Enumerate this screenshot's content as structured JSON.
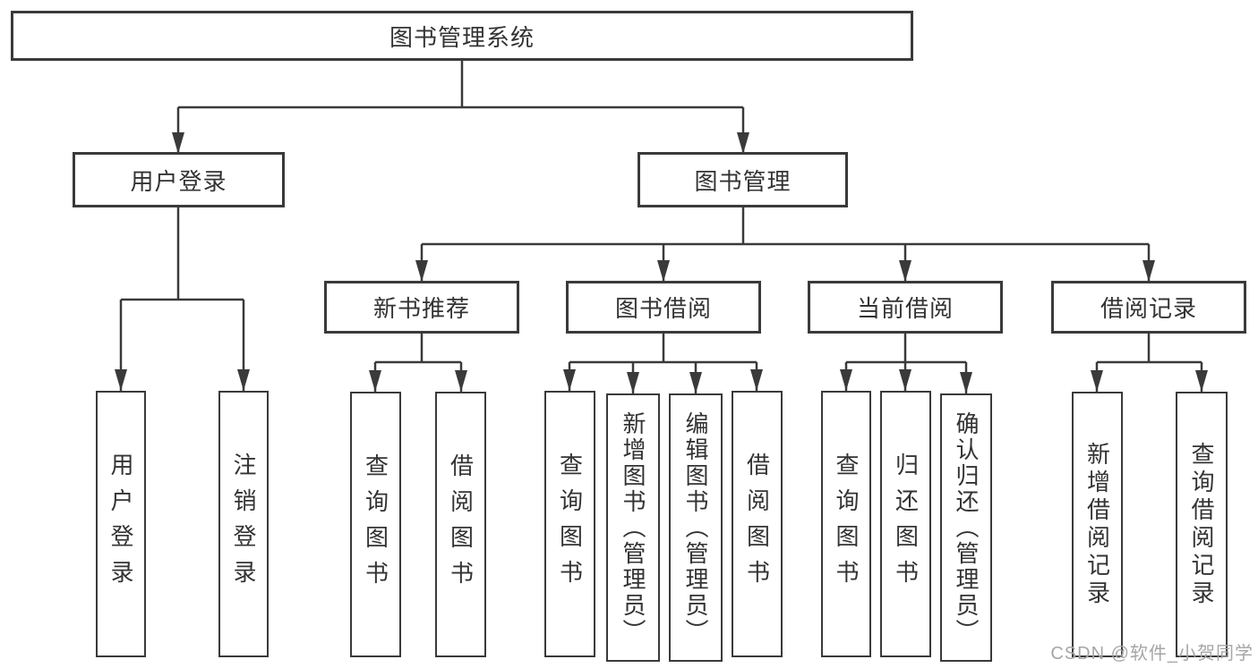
{
  "diagram": {
    "root": "图书管理系统",
    "level2": [
      {
        "label": "用户登录",
        "children": [
          "用户登录",
          "注销登录"
        ]
      },
      {
        "label": "图书管理",
        "children": [
          {
            "label": "新书推荐",
            "children": [
              "查询图书",
              "借阅图书"
            ]
          },
          {
            "label": "图书借阅",
            "children": [
              "查询图书",
              "新增图书（管理员）",
              "编辑图书（管理员）",
              "借阅图书"
            ]
          },
          {
            "label": "当前借阅",
            "children": [
              "查询图书",
              "归还图书",
              "确认归还（管理员）"
            ]
          },
          {
            "label": "借阅记录",
            "children": [
              "新增借阅记录",
              "查询借阅记录"
            ]
          }
        ]
      }
    ]
  },
  "watermark": {
    "text": "CSDN @软件_小贺同学"
  },
  "colors": {
    "line": "#3a3a3a",
    "border": "#3a3a3a",
    "text": "#333333",
    "background": "#ffffff",
    "watermark": "#a6a6a6"
  }
}
